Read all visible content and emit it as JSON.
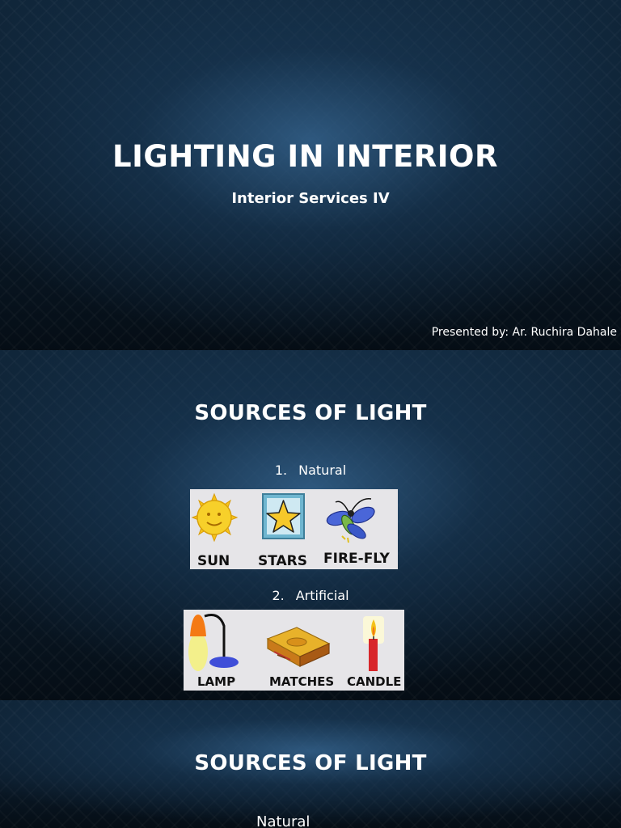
{
  "slide1": {
    "title": "LIGHTING IN INTERIOR",
    "subtitle": "Interior Services IV",
    "presenter": "Presented by: Ar. Ruchira Dahale"
  },
  "slide2": {
    "heading": "SOURCES OF LIGHT",
    "items": [
      {
        "number": "1.",
        "label": "Natural"
      },
      {
        "number": "2.",
        "label": "Artificial"
      }
    ],
    "natural_image": {
      "captions": [
        "SUN",
        "STARS",
        "FIRE-FLY"
      ],
      "icons": [
        "sun-icon",
        "star-icon",
        "firefly-icon"
      ]
    },
    "artificial_image": {
      "captions": [
        "LAMP",
        "MATCHES",
        "CANDLE"
      ],
      "icons": [
        "lamp-icon",
        "matchbox-icon",
        "candle-icon"
      ]
    }
  },
  "slide3": {
    "heading": "SOURCES OF LIGHT",
    "natural": "Natural"
  },
  "colors": {
    "background": "#10263a",
    "text": "#ffffff",
    "image_background": "#e6e5e8"
  }
}
